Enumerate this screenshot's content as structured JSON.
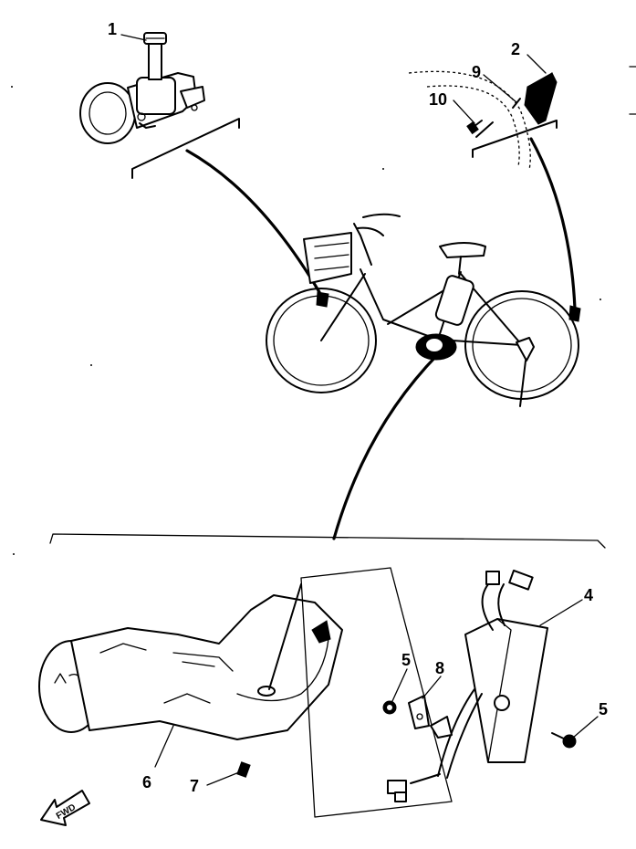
{
  "callouts": {
    "c1": "1",
    "c2": "2",
    "c4": "4",
    "c5a": "5",
    "c5b": "5",
    "c6": "6",
    "c7": "7",
    "c8": "8",
    "c9": "9",
    "c10": "10"
  },
  "direction_label": "FWD",
  "colors": {
    "ink": "#000000",
    "paper": "#ffffff"
  }
}
